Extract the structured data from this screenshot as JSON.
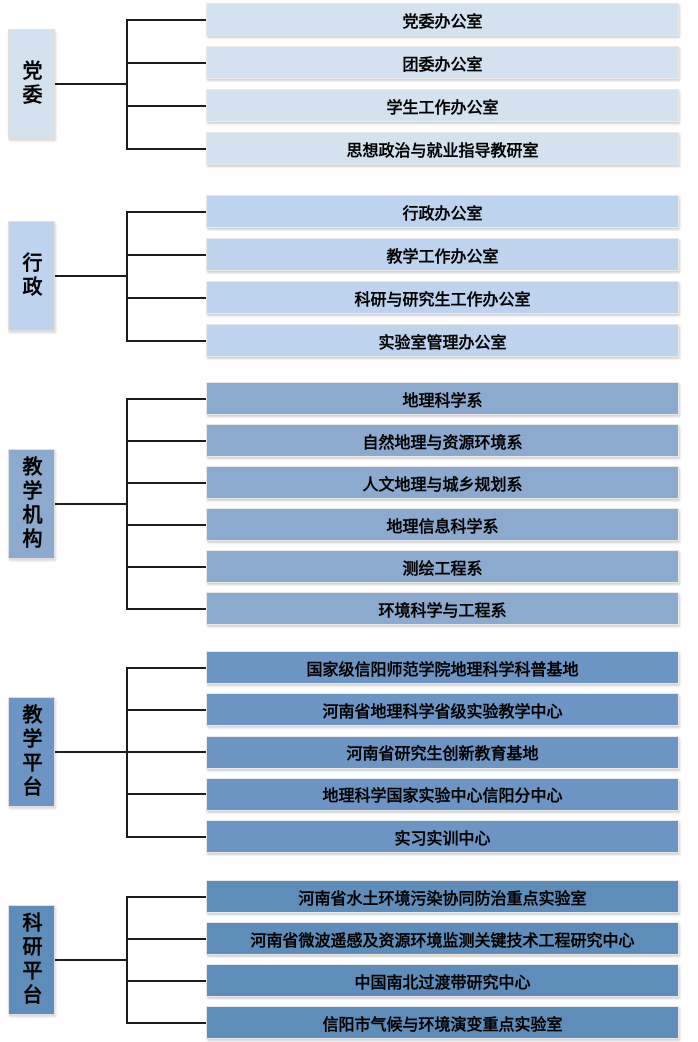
{
  "diagram": {
    "type": "org-structure",
    "orientation": "left-to-right"
  },
  "colors": {
    "background": "#ffffff",
    "line": "#1c1c1c",
    "text": "#000000",
    "group1_fill": "#d4e2ef",
    "group2_fill": "#bdd3ee",
    "group3_fill": "#8caacd",
    "group4_fill": "#6c95c3",
    "group5_fill": "#5f8db9"
  },
  "groups": [
    {
      "label": "党委",
      "color": "#d4e2ef",
      "items": [
        "党委办公室",
        "团委办公室",
        "学生工作办公室",
        "思想政治与就业指导教研室"
      ]
    },
    {
      "label": "行政",
      "color": "#bdd3ee",
      "items": [
        "行政办公室",
        "教学工作办公室",
        "科研与研究生工作办公室",
        "实验室管理办公室"
      ]
    },
    {
      "label": "教学机构",
      "color": "#8caacd",
      "items": [
        "地理科学系",
        "自然地理与资源环境系",
        "人文地理与城乡规划系",
        "地理信息科学系",
        "测绘工程系",
        "环境科学与工程系"
      ]
    },
    {
      "label": "教学平台",
      "color": "#6c95c3",
      "items": [
        "国家级信阳师范学院地理科学科普基地",
        "河南省地理科学省级实验教学中心",
        "河南省研究生创新教育基地",
        "地理科学国家实验中心信阳分中心",
        "实习实训中心"
      ]
    },
    {
      "label": "科研平台",
      "color": "#5f8db9",
      "items": [
        "河南省水土环境污染协同防治重点实验室",
        "河南省微波遥感及资源环境监测关键技术工程研究中心",
        "中国南北过渡带研究中心",
        "信阳市气候与环境演变重点实验室"
      ]
    }
  ]
}
